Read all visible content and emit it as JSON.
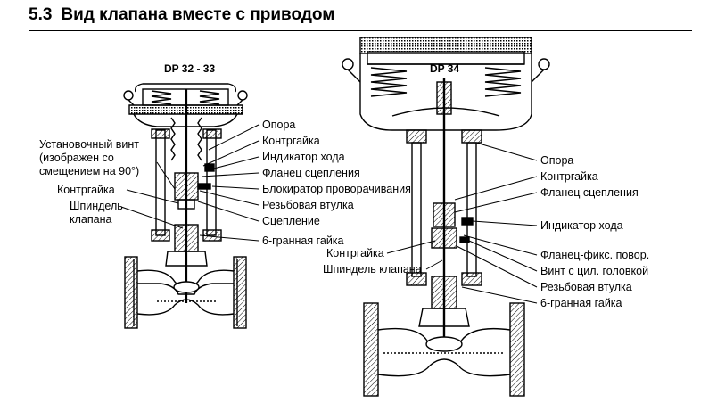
{
  "heading": {
    "number": "5.3",
    "title": "Вид клапана вместе с приводом"
  },
  "diagram_left": {
    "model": "DP 32 - 33",
    "labels_left": {
      "setscrew": "Установочный винт\n(изображен со\nсмещением на 90°)",
      "locknut": "Контргайка",
      "spindle": "Шпиндель\nклапана"
    },
    "labels_right": {
      "support": "Опора",
      "locknut": "Контргайка",
      "stroke_indicator": "Индикатор хода",
      "coupling_flange": "Фланец сцепления",
      "anti_rotation": "Блокиратор проворачивания",
      "threaded_bushing": "Резьбовая втулка",
      "coupling": "Сцепление",
      "hex_nut": "6-гранная гайка"
    }
  },
  "diagram_right": {
    "model": "DP 34",
    "labels_left": {
      "locknut": "Контргайка",
      "spindle": "Шпиндель клапана"
    },
    "labels_right": {
      "support": "Опора",
      "locknut": "Контргайка",
      "coupling_flange": "Фланец сцепления",
      "stroke_indicator": "Индикатор хода",
      "rotation_flange": "Фланец-фикс. повор.",
      "cap_screw": "Винт с цил. головкой",
      "threaded_bushing": "Резьбовая втулка",
      "hex_nut": "6-гранная гайка"
    }
  }
}
